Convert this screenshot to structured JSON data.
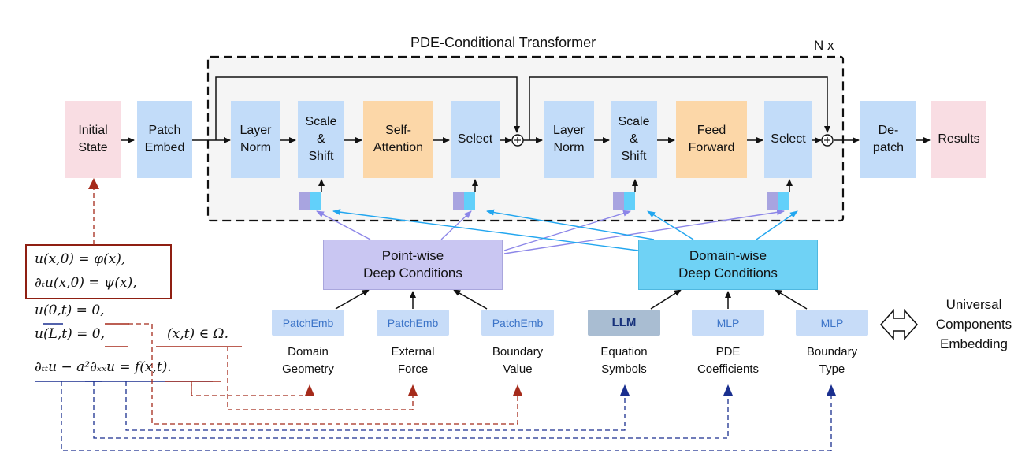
{
  "transformer": {
    "title": "PDE-Conditional Transformer",
    "repeat": "N x"
  },
  "blocks": {
    "initial_state": "Initial\nState",
    "patch_embed": "Patch\nEmbed",
    "layer_norm_1": "Layer\nNorm",
    "scale_shift_1": "Scale\n&\nShift",
    "self_attention": "Self-\nAttention",
    "select_1": "Select",
    "layer_norm_2": "Layer\nNorm",
    "scale_shift_2": "Scale\n&\nShift",
    "feed_forward": "Feed\nForward",
    "select_2": "Select",
    "depatch": "De-\npatch",
    "results": "Results"
  },
  "conditions": {
    "point_wise": "Point-wise\nDeep Conditions",
    "domain_wise": "Domain-wise\nDeep Conditions"
  },
  "embedders": [
    {
      "label": "PatchEmb",
      "caption": "Domain\nGeometry"
    },
    {
      "label": "PatchEmb",
      "caption": "External\nForce"
    },
    {
      "label": "PatchEmb",
      "caption": "Boundary\nValue"
    },
    {
      "label": "LLM",
      "caption": "Equation\nSymbols"
    },
    {
      "label": "MLP",
      "caption": "PDE\nCoefficients"
    },
    {
      "label": "MLP",
      "caption": "Boundary\nType"
    }
  ],
  "universal": "Universal\nComponents\nEmbedding",
  "equations": {
    "line1": "u(x,0) = φ(x),",
    "line2": "∂ₜu(x,0) = ψ(x),",
    "line3": "u(0,t) = 0,",
    "line4": "u(L,t) = 0,",
    "line4b": "(x,t) ∈ Ω.",
    "line5": "∂ₜₜu − a²∂ₓₓu = f(x,t)."
  },
  "colors": {
    "red_link": "#a52a1a",
    "blue_link": "#1a2f8f",
    "arrow_purple": "#8c86e8",
    "arrow_cyan": "#22a6ef"
  }
}
